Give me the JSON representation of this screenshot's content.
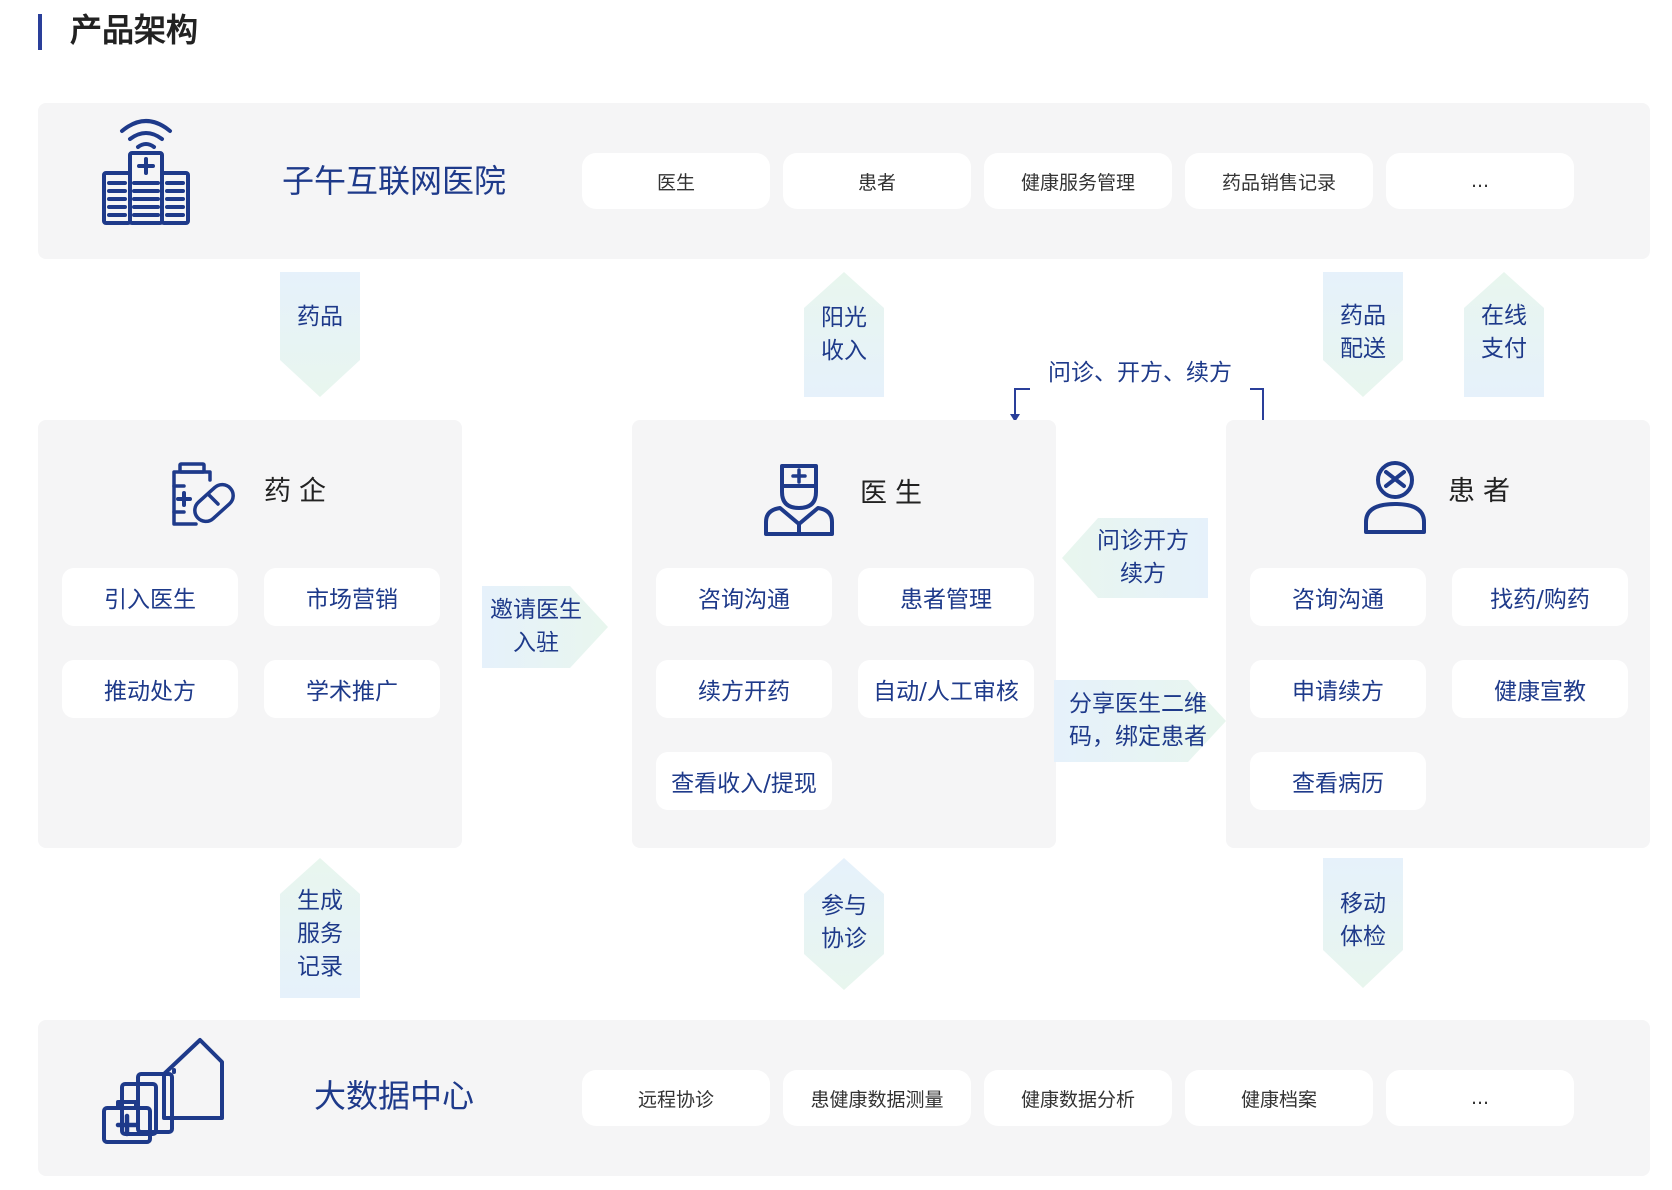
{
  "page": {
    "section_title": "产品架构"
  },
  "top_panel": {
    "title": "子午互联网医院",
    "icon": "hospital-icon",
    "tags": [
      "医生",
      "患者",
      "健康服务管理",
      "药品销售记录",
      "..."
    ]
  },
  "bottom_panel": {
    "title": "大数据中心",
    "icon": "data-center-icon",
    "tags": [
      "远程协诊",
      "患健康数据测量",
      "健康数据分析",
      "健康档案",
      "..."
    ]
  },
  "columns": {
    "pharma": {
      "title": "药企",
      "icon": "medicine-icon",
      "items": [
        "引入医生",
        "市场营销",
        "推动处方",
        "学术推广"
      ]
    },
    "doctor": {
      "title": "医生",
      "icon": "doctor-icon",
      "items": [
        "咨询沟通",
        "患者管理",
        "续方开药",
        "自动/人工审核",
        "查看收入/提现"
      ]
    },
    "patient": {
      "title": "患者",
      "icon": "patient-icon",
      "items": [
        "咨询沟通",
        "找药/购药",
        "申请续方",
        "健康宣教",
        "查看病历"
      ]
    }
  },
  "arrows": {
    "drugs_down": "药品",
    "sunshine_income": "阳光\n收入",
    "drug_delivery": "药品\n配送",
    "online_pay": "在线\n支付",
    "consult_prescribe_renew": "问诊、开方、续方",
    "invite_doctor": "邀请医生\n入驻",
    "consult_prescribe_left": "问诊开方\n续方",
    "share_qr": "分享医生二维\n码，绑定患者",
    "service_records": "生成\n服务\n记录",
    "joint_consult": "参与\n协诊",
    "mobile_checkup": "移动\n体检"
  },
  "colors": {
    "accent": "#1e3a8a",
    "panel_bg": "#f5f5f6",
    "arrow_top": "#e6f1fb",
    "arrow_bottom": "#e8f6ee"
  }
}
